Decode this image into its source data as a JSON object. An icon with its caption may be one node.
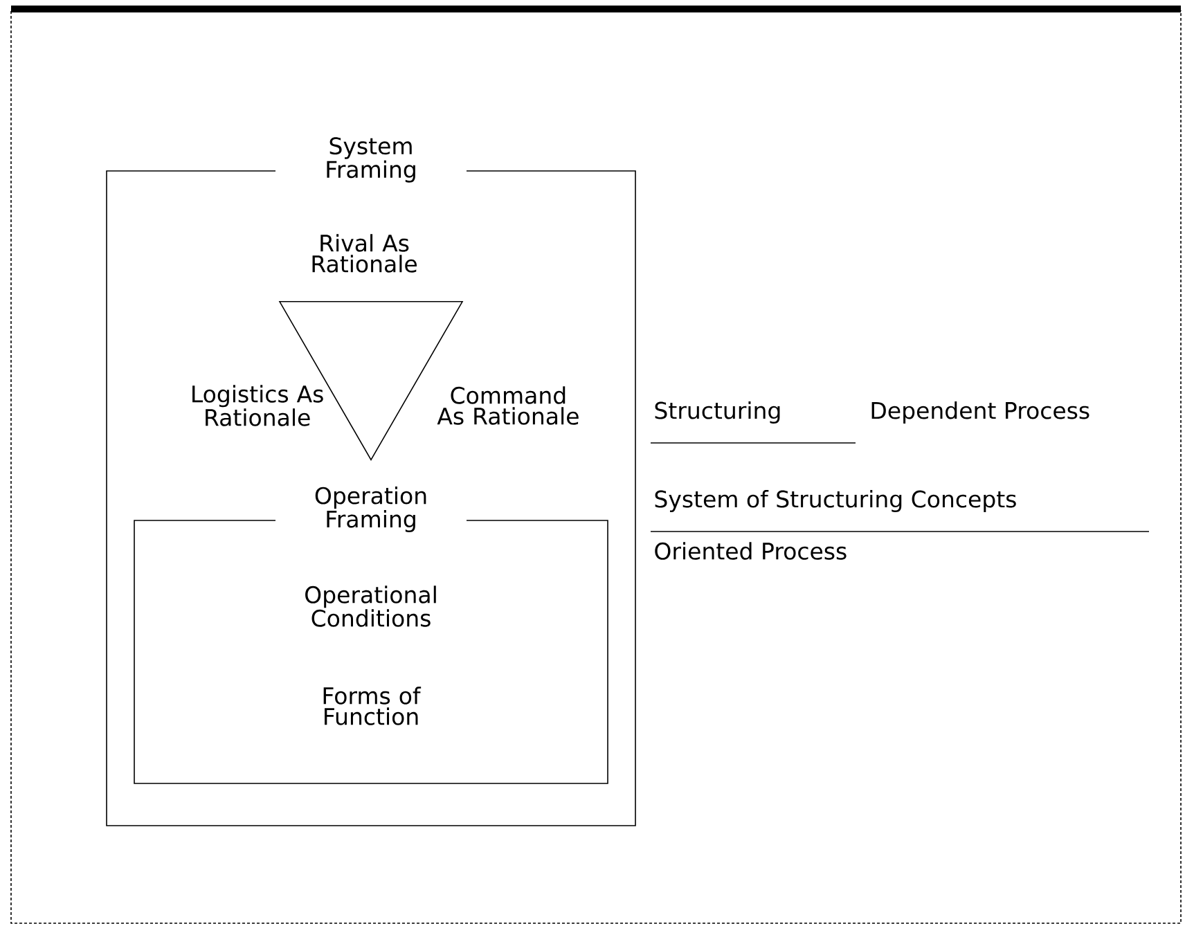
{
  "diagram": {
    "nodes": [
      {
        "text": [
          "System Framing"
        ]
      },
      {
        "text": [],
        "shape": "triangle",
        "in": 0,
        "beside": [
          "Rival As Rationale",
          "Logistics As Rationale",
          "Command As Rationale"
        ]
      },
      {
        "text": [
          "Operation Framing",
          "Operational Conditions",
          "Forms of Function"
        ],
        "in": 0
      }
    ],
    "edges": [],
    "labels": [
      "Structuring",
      "Dependent Process",
      "System of Structuring Concepts",
      "Oriented Process"
    ]
  }
}
